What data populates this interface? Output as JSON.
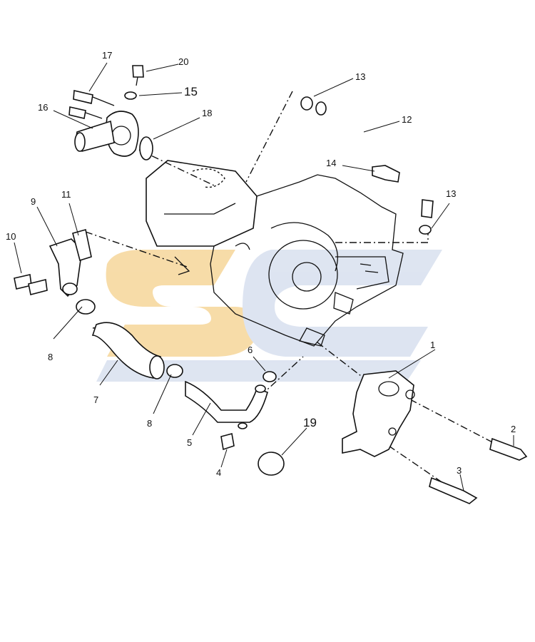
{
  "diagram": {
    "callouts": [
      {
        "id": "c1",
        "text": "1"
      },
      {
        "id": "c2",
        "text": "2"
      },
      {
        "id": "c3",
        "text": "3"
      },
      {
        "id": "c4",
        "text": "4"
      },
      {
        "id": "c5",
        "text": "5"
      },
      {
        "id": "c6",
        "text": "6"
      },
      {
        "id": "c7",
        "text": "7"
      },
      {
        "id": "c8a",
        "text": "8"
      },
      {
        "id": "c8b",
        "text": "8"
      },
      {
        "id": "c9",
        "text": "9"
      },
      {
        "id": "c10",
        "text": "10"
      },
      {
        "id": "c11",
        "text": "11"
      },
      {
        "id": "c12",
        "text": "12"
      },
      {
        "id": "c13a",
        "text": "13"
      },
      {
        "id": "c13b",
        "text": "13"
      },
      {
        "id": "c14",
        "text": "14"
      },
      {
        "id": "c15",
        "text": "15"
      },
      {
        "id": "c16",
        "text": "16"
      },
      {
        "id": "c17",
        "text": "17"
      },
      {
        "id": "c18",
        "text": "18"
      },
      {
        "id": "c19",
        "text": "19"
      },
      {
        "id": "c20",
        "text": "20"
      }
    ],
    "watermark": {
      "text": "SC",
      "colors": [
        "#f7d9a0",
        "#cfd8ea"
      ]
    }
  }
}
